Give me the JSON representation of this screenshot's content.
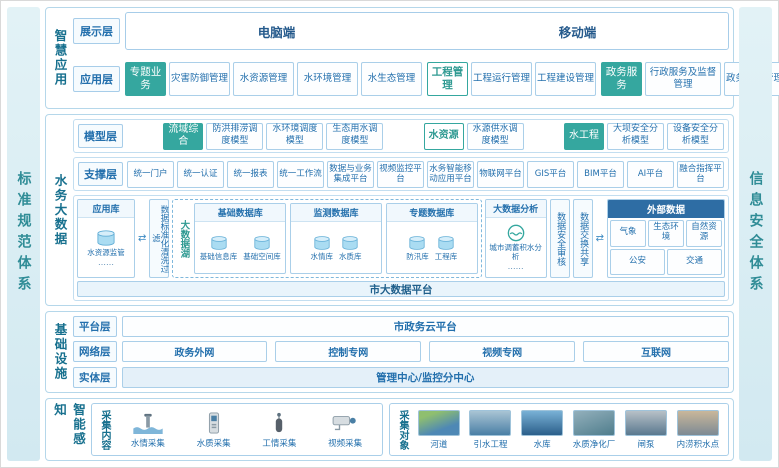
{
  "page": {
    "left_bar": "标准规范体系",
    "right_bar": "信息安全体系"
  },
  "icons": {
    "exchange_arrow": "⇄"
  },
  "smart_app": {
    "label": "智慧应用",
    "display_layer": {
      "label": "展示层",
      "pc": "电脑端",
      "mobile": "移动端"
    },
    "app_layer": {
      "label": "应用层",
      "groups": [
        {
          "head": "专题业务",
          "items": [
            "灾害防御管理",
            "水资源管理",
            "水环境管理",
            "水生态管理"
          ]
        },
        {
          "head": "工程管理",
          "items": [
            "工程运行管理",
            "工程建设管理"
          ]
        },
        {
          "head": "政务服务",
          "items": [
            "行政服务及监督管理",
            "政务内控管理"
          ]
        }
      ]
    }
  },
  "big_data": {
    "label": "水务大数据",
    "model_layer": {
      "label": "模型层",
      "groups": [
        {
          "head": "流域综合",
          "items": [
            "防洪排涝调度模型",
            "水环境调度模型",
            "生态用水调度模型"
          ]
        },
        {
          "head": "水资源",
          "items": [
            "水源供水调度模型"
          ]
        },
        {
          "head": "水工程",
          "items": [
            "大坝安全分析模型",
            "设备安全分析模型"
          ]
        }
      ]
    },
    "support_layer": {
      "label": "支撑层",
      "items": [
        "统一门户",
        "统一认证",
        "统一报表",
        "统一工作流",
        "数据与业务集成平台",
        "视频监控平台",
        "水务智能移动应用平台",
        "物联网平台",
        "GIS平台",
        "BIM平台",
        "AI平台",
        "融合指挥平台"
      ]
    },
    "data_flow": {
      "app_db": {
        "title": "应用库",
        "db_label": "水资源监管",
        "more": "……"
      },
      "clean_filter": "数据标准化清洗过滤",
      "lake": {
        "label": "大数据湖",
        "databases": [
          {
            "title": "基础数据库",
            "dbs": [
              "基础信息库",
              "基础空间库"
            ]
          },
          {
            "title": "监测数据库",
            "dbs": [
              "水情库",
              "水质库"
            ]
          },
          {
            "title": "专题数据库",
            "dbs": [
              "防汛库",
              "工程库"
            ]
          }
        ]
      },
      "analysis": {
        "title": "大数据分析",
        "item": "城市调蓄积水分析",
        "more": "……"
      },
      "audit": "数据安全审核",
      "share": "数据交换共享",
      "external": {
        "title": "外部数据",
        "items": [
          "气象",
          "生态环境",
          "自然资源",
          "公安",
          "交通"
        ]
      }
    },
    "city_platform": "市大数据平台"
  },
  "infra": {
    "label": "基础设施",
    "platform_layer": {
      "label": "平台层",
      "item": "市政务云平台"
    },
    "network_layer": {
      "label": "网络层",
      "items": [
        "政务外网",
        "控制专网",
        "视频专网",
        "互联网"
      ]
    },
    "entity_layer": {
      "label": "实体层",
      "item": "管理中心/监控分中心"
    }
  },
  "sense": {
    "label": "智能感知",
    "content": {
      "label": "采集内容",
      "items": [
        "水情采集",
        "水质采集",
        "工情采集",
        "视频采集"
      ]
    },
    "objects": {
      "label": "采集对象",
      "items": [
        "河道",
        "引水工程",
        "水库",
        "水质净化厂",
        "闸泵",
        "内涝积水点"
      ]
    }
  },
  "colors": {
    "teal": "#35a79f",
    "blue": "#2470ad",
    "dark_blue": "#2e6da4",
    "border_blue": "#aacfe9"
  }
}
